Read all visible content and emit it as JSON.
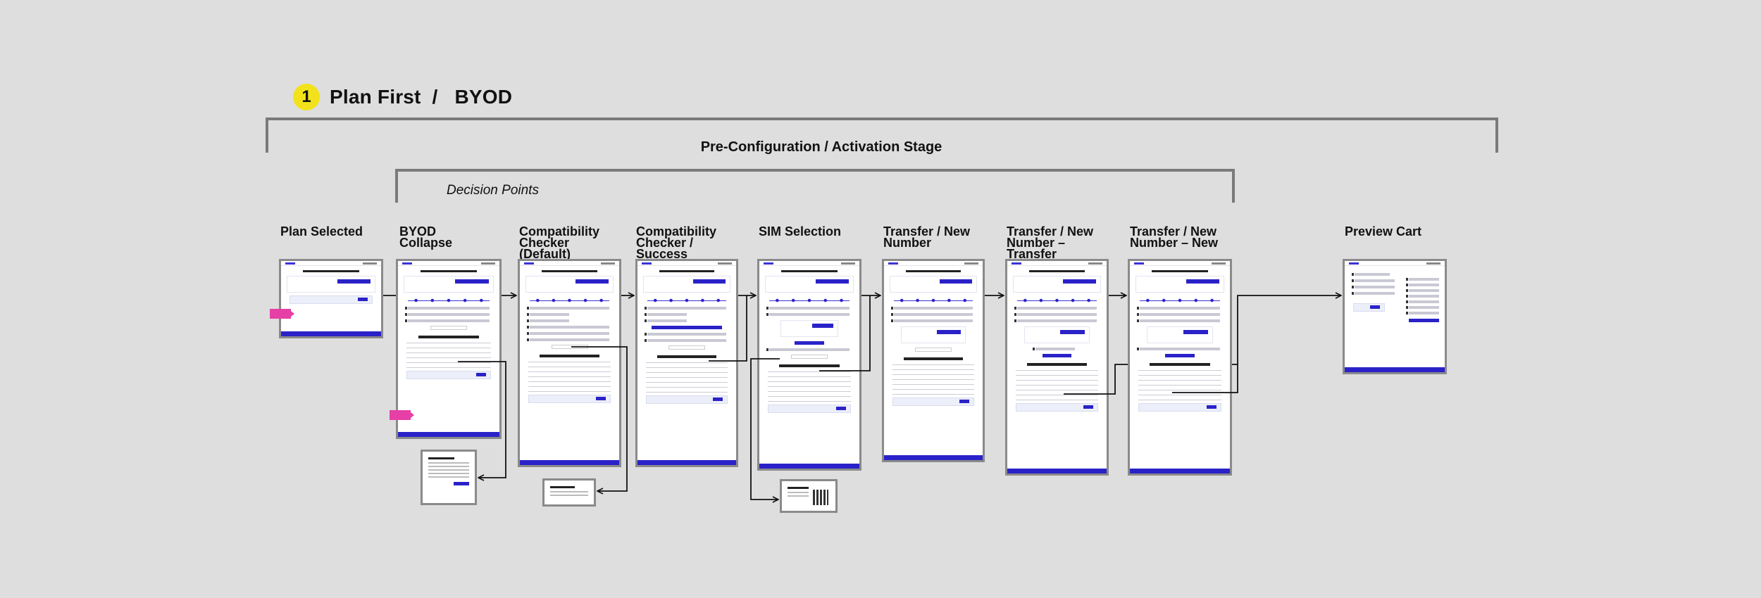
{
  "header": {
    "step_number": "1",
    "flow_title": "Plan First  /   BYOD"
  },
  "stages": {
    "outer_label": "Pre-Configuration / Activation Stage",
    "inner_label": "Decision Points"
  },
  "steps": [
    {
      "id": "plan-selected",
      "label": "Plan Selected"
    },
    {
      "id": "byod-collapse",
      "label": "BYOD\nCollapse"
    },
    {
      "id": "compat-default",
      "label": "Compatibility\nChecker\n(Default)"
    },
    {
      "id": "compat-success",
      "label": "Compatibility\nChecker /\nSuccess"
    },
    {
      "id": "sim-selection",
      "label": "SIM Selection"
    },
    {
      "id": "transfer-new",
      "label": "Transfer / New\nNumber"
    },
    {
      "id": "transfer-new-transfer",
      "label": "Transfer / New\nNumber –\nTransfer"
    },
    {
      "id": "transfer-new-new",
      "label": "Transfer / New\nNumber – New"
    },
    {
      "id": "preview-cart",
      "label": "Preview Cart"
    }
  ],
  "colors": {
    "background": "#dedede",
    "badge": "#f2e21b",
    "bracket": "#7a7a7a",
    "brand_blue": "#2a22c8",
    "sticky_note": "#e63fa6",
    "connector": "#111111"
  }
}
